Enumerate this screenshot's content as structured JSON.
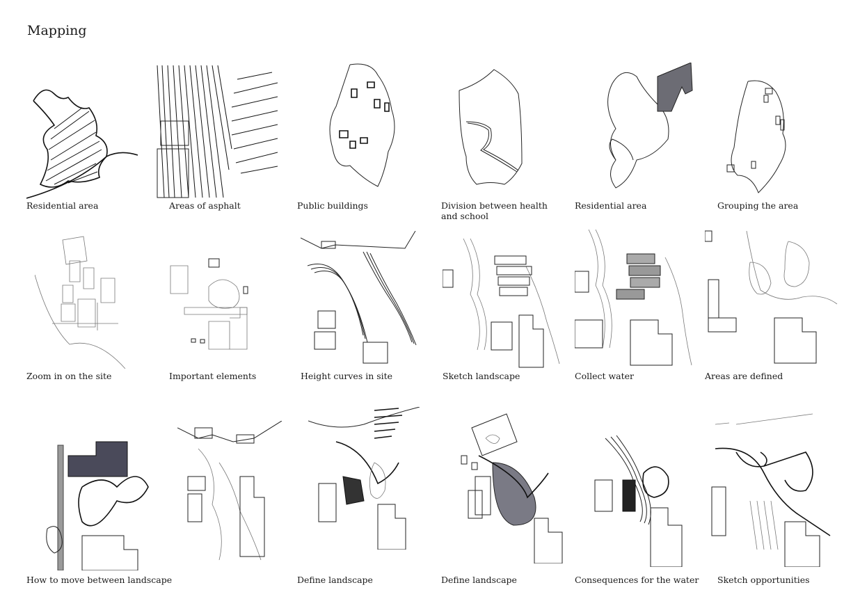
{
  "page": {
    "title": "Mapping"
  },
  "captions": [
    "Residential area",
    "Areas of asphalt",
    "Public buildings",
    "Division between health and school",
    "Residential area",
    "Grouping the area",
    "Zoom in on the site",
    "Important elements",
    "Height curves in site",
    "Sketch landscape",
    "Collect water",
    "Areas are defined",
    "How to move between landscape",
    "Define landscape",
    "Define landscape",
    "Consequences for the water",
    "Sketch opportunities"
  ]
}
